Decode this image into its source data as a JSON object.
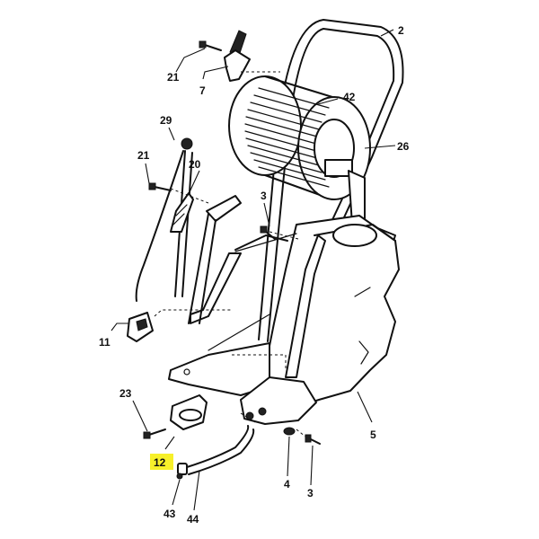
{
  "labels": {
    "p2": "2",
    "p21a": "21",
    "p7": "7",
    "p42": "42",
    "p29": "29",
    "p26": "26",
    "p21b": "21",
    "p20": "20",
    "p3a": "3",
    "p11": "11",
    "p23": "23",
    "p5": "5",
    "p12": "12",
    "p4": "4",
    "p3b": "3",
    "p43": "43",
    "p44": "44"
  },
  "highlight_color": "#f7f02a",
  "line_color": "#111111"
}
